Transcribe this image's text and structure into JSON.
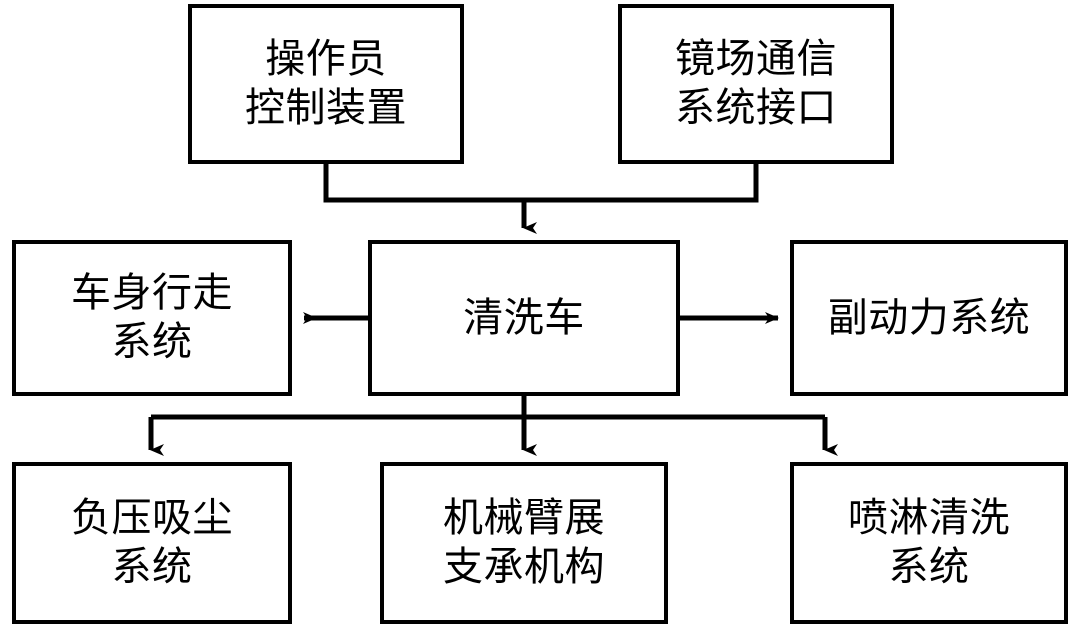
{
  "diagram": {
    "type": "block-diagram",
    "title": "",
    "colors": {
      "background": "#ffffff",
      "box_fill": "#ffffff",
      "box_border": "#000000",
      "connector": "#000000",
      "text": "#000000"
    },
    "nodes": [
      {
        "id": "operator-control",
        "row": "top",
        "lines": [
          "操作员",
          "控制装置"
        ]
      },
      {
        "id": "mirror-comm",
        "row": "top",
        "lines": [
          "镜场通信",
          "系统接口"
        ]
      },
      {
        "id": "body-travel",
        "row": "middle",
        "lines": [
          "车身行走",
          "系统"
        ]
      },
      {
        "id": "cleaning-vehicle",
        "row": "middle",
        "lines": [
          "清洗车"
        ]
      },
      {
        "id": "aux-power",
        "row": "middle",
        "lines": [
          "副动力系统"
        ]
      },
      {
        "id": "vacuum",
        "row": "bottom",
        "lines": [
          "负压吸尘",
          "系统"
        ]
      },
      {
        "id": "arm-support",
        "row": "bottom",
        "lines": [
          "机械臂展",
          "支承机构"
        ]
      },
      {
        "id": "spray-wash",
        "row": "bottom",
        "lines": [
          "喷淋清洗",
          "系统"
        ]
      }
    ],
    "edges": [
      {
        "id": "operator-to-vehicle",
        "from": "operator-control",
        "to": "cleaning-vehicle",
        "style": "orthogonal-merge",
        "arrow": "down"
      },
      {
        "id": "comm-to-vehicle",
        "from": "mirror-comm",
        "to": "cleaning-vehicle",
        "style": "orthogonal-merge",
        "arrow": "down"
      },
      {
        "id": "vehicle-to-body-travel",
        "from": "cleaning-vehicle",
        "to": "body-travel",
        "style": "straight",
        "arrow": "left"
      },
      {
        "id": "vehicle-to-aux-power",
        "from": "cleaning-vehicle",
        "to": "aux-power",
        "style": "straight",
        "arrow": "right"
      },
      {
        "id": "vehicle-to-vacuum",
        "from": "cleaning-vehicle",
        "to": "vacuum",
        "style": "orthogonal-split",
        "arrow": "down"
      },
      {
        "id": "vehicle-to-arm-support",
        "from": "cleaning-vehicle",
        "to": "arm-support",
        "style": "orthogonal-split",
        "arrow": "down"
      },
      {
        "id": "vehicle-to-spray-wash",
        "from": "cleaning-vehicle",
        "to": "spray-wash",
        "style": "orthogonal-split",
        "arrow": "down"
      }
    ]
  }
}
